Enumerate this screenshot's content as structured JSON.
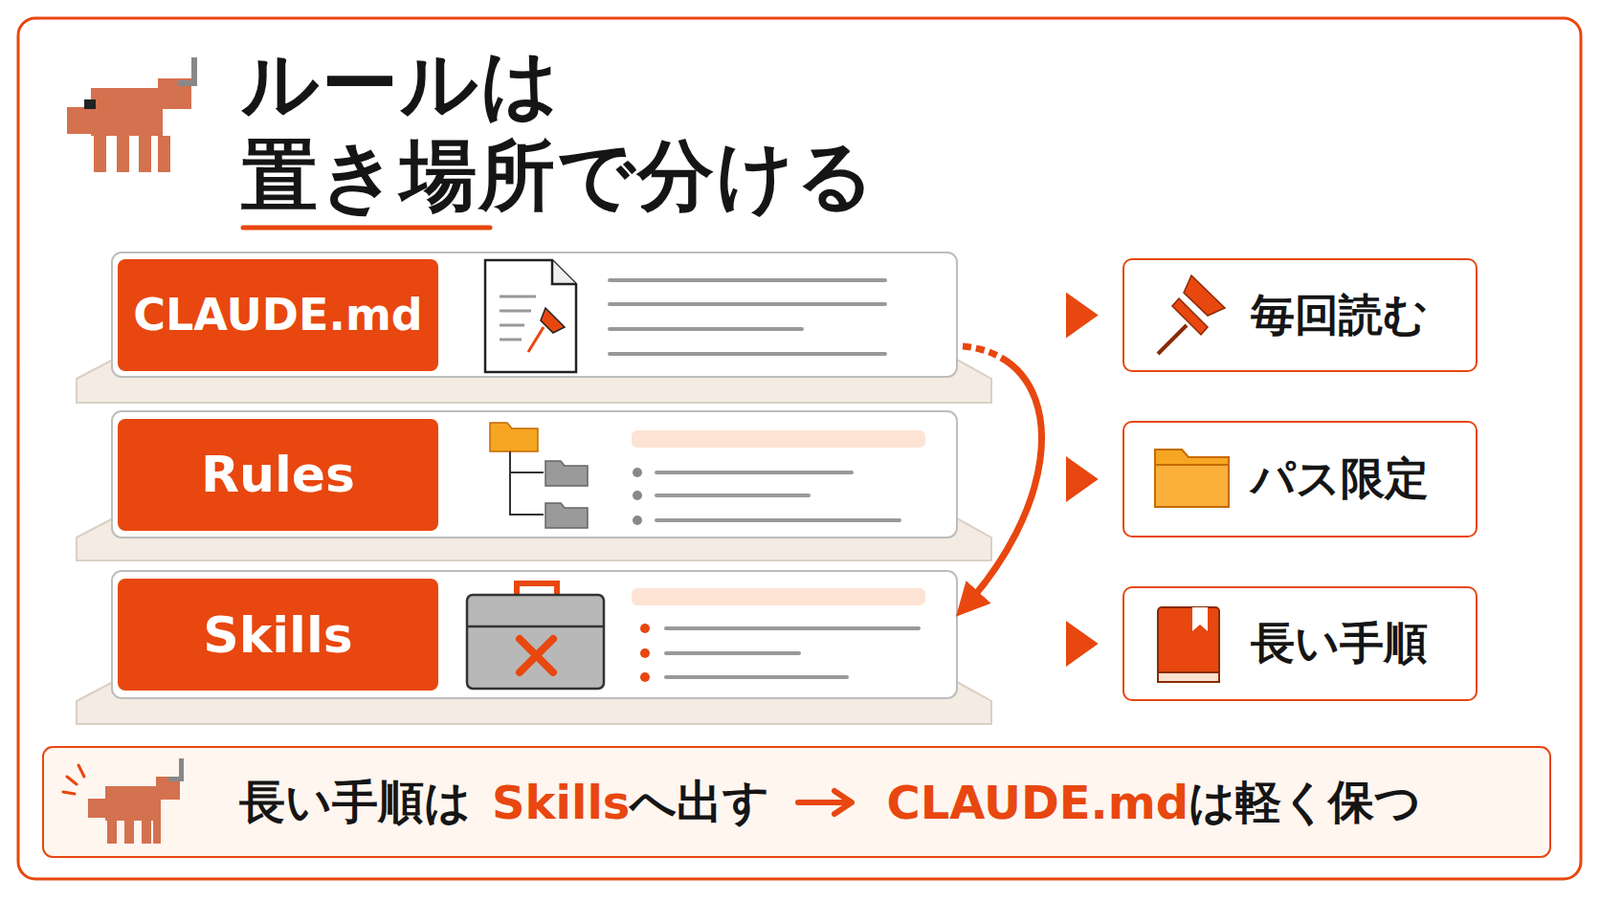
{
  "diagram": {
    "title": "ルールは 置き場所で分ける",
    "nodes": [
      {
        "text": [
          "CLAUDE.md"
        ]
      },
      {
        "text": [
          "Rules"
        ]
      },
      {
        "text": [
          "Skills"
        ]
      },
      {
        "text": [
          "毎回読む"
        ]
      },
      {
        "text": [
          "パス限定"
        ]
      },
      {
        "text": [
          "長い手順"
        ]
      },
      {
        "text": [
          "長い手順は",
          "Skills",
          "へ出す",
          "CLAUDE.md",
          "は軽く保つ"
        ]
      }
    ],
    "edges": [
      {
        "from": 0,
        "to": 2,
        "arrow": "to"
      },
      {
        "from": 0,
        "to": 3,
        "arrow": "to"
      },
      {
        "from": 1,
        "to": 4,
        "arrow": "to"
      },
      {
        "from": 2,
        "to": 5,
        "arrow": "to"
      }
    ]
  }
}
